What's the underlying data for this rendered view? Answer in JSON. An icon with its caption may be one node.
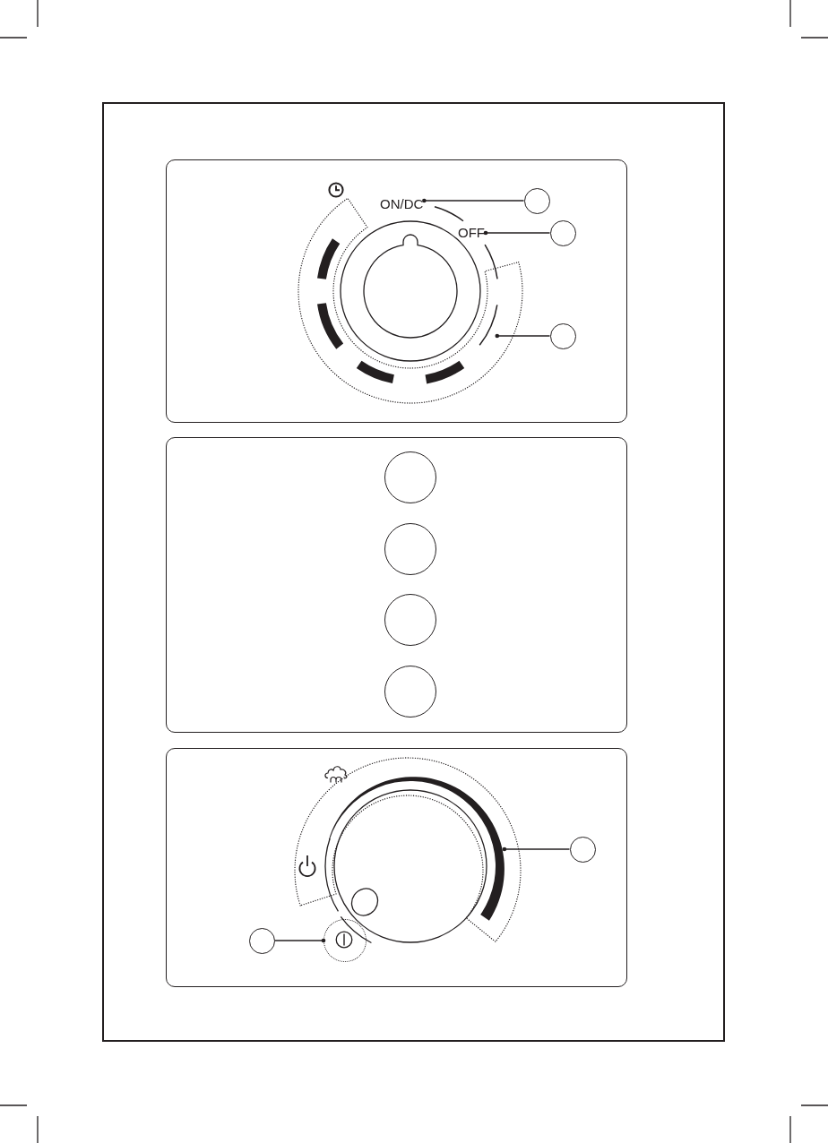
{
  "diagram": {
    "nodes": [
      {
        "text": [
          "ON/DC"
        ]
      },
      {
        "text": [],
        "shape": "circle"
      },
      {
        "text": [
          "OFF"
        ]
      },
      {
        "text": [],
        "shape": "circle"
      },
      {
        "text": [],
        "shape": "bar"
      },
      {
        "text": [],
        "shape": "circle"
      },
      {
        "text": [],
        "shape": "circle"
      },
      {
        "text": [],
        "shape": "circle"
      },
      {
        "text": [],
        "shape": "circle"
      },
      {
        "text": [],
        "shape": "circle"
      },
      {
        "text": [],
        "shape": "bar"
      },
      {
        "text": [],
        "shape": "circle"
      },
      {
        "text": [],
        "shape": "circle"
      },
      {
        "text": [],
        "shape": "circle"
      }
    ],
    "edges": [
      {
        "from": 1,
        "to": 0,
        "arrow": "other"
      },
      {
        "from": 3,
        "to": 2,
        "arrow": "other"
      },
      {
        "from": 5,
        "to": 4,
        "arrow": "other"
      },
      {
        "from": 11,
        "to": 10,
        "arrow": "other"
      },
      {
        "from": 12,
        "to": 13,
        "arrow": "other"
      }
    ]
  }
}
